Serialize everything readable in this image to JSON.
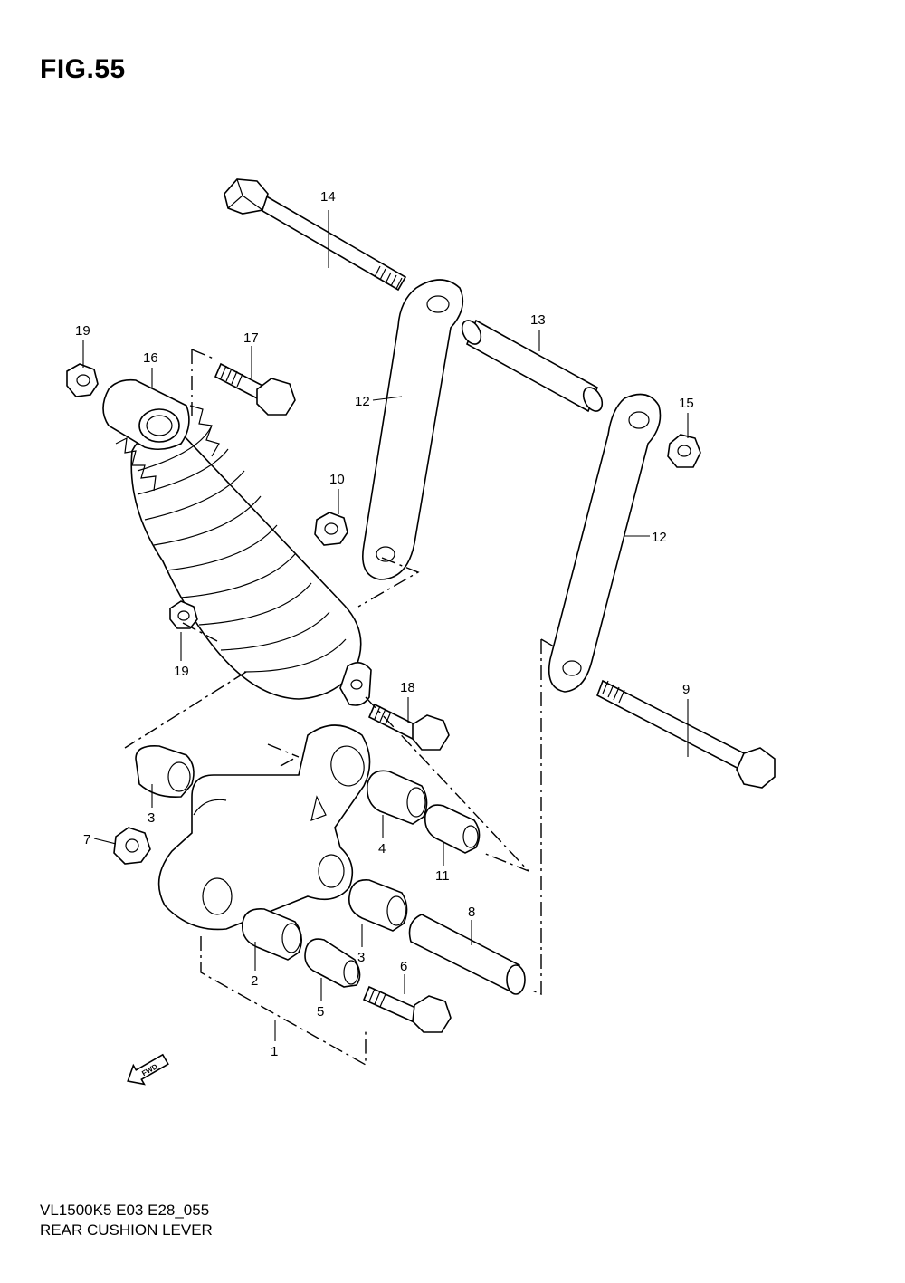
{
  "figure": {
    "title": "FIG.55"
  },
  "callouts": {
    "c1": "1",
    "c2": "2",
    "c3a": "3",
    "c3b": "3",
    "c4": "4",
    "c5": "5",
    "c6": "6",
    "c7": "7",
    "c8": "8",
    "c9": "9",
    "c10": "10",
    "c11": "11",
    "c12a": "12",
    "c12b": "12",
    "c13": "13",
    "c14": "14",
    "c15": "15",
    "c16": "16",
    "c17": "17",
    "c18": "18",
    "c19a": "19",
    "c19b": "19"
  },
  "fwd_label": "FWD",
  "footer": {
    "model_code": "VL1500K5 E03 E28_055",
    "section_name": "REAR CUSHION LEVER"
  }
}
